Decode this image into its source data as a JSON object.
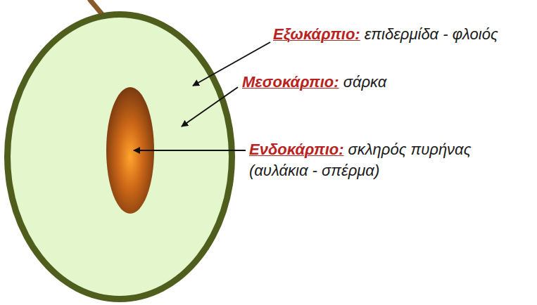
{
  "diagram": {
    "labels": [
      "Εξωκάρπιο:",
      "επιδερμίδα - φλοιός",
      "Μεσοκάρπιο:",
      "σάρκα",
      "Ενδοκάρπιο:",
      "σκληρός πυρήνας",
      "(αυλάκια - σπέρμα)"
    ]
  }
}
